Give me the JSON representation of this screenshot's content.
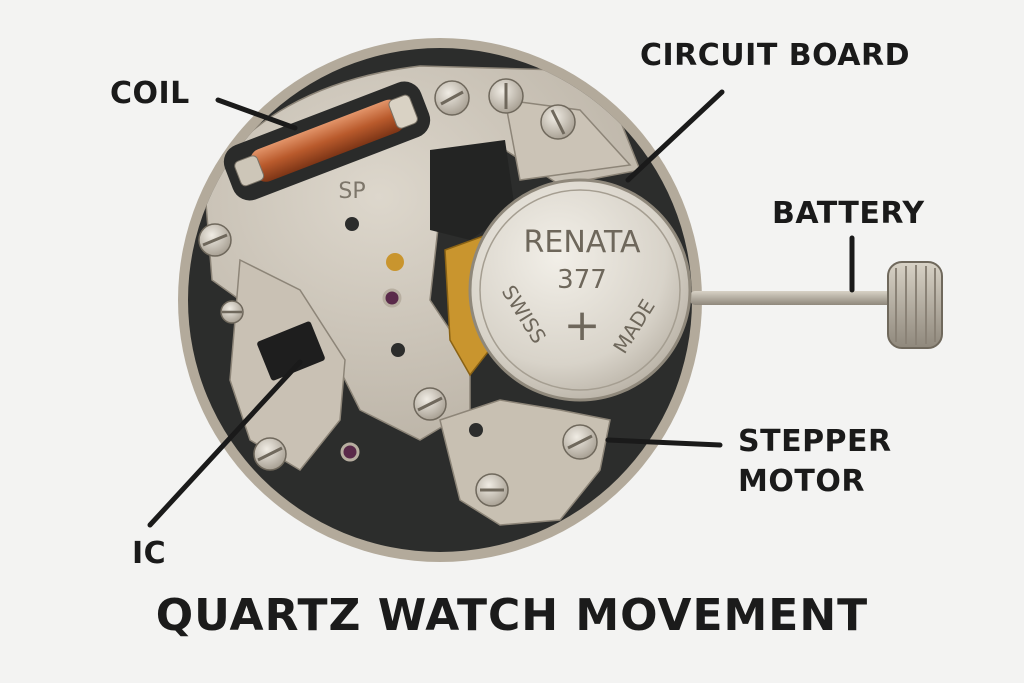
{
  "title": "QUARTZ WATCH MOVEMENT",
  "labels": {
    "coil": "COIL",
    "circuit_board": "CIRCUIT BOARD",
    "battery": "BATTERY",
    "stepper_line1": "STEPPER",
    "stepper_line2": "MOTOR",
    "ic": "IC"
  },
  "engravings": {
    "plate_mark": "SP",
    "battery_brand": "RENATA",
    "battery_model": "377",
    "battery_swiss": "SWISS",
    "battery_made": "MADE",
    "battery_plus": "+"
  },
  "colors": {
    "background": "#f3f3f2",
    "plate": "#cfc8bc",
    "dark_base": "#2c2d2c",
    "brass": "#c9952e",
    "copper": "#c06a38",
    "text": "#1a1a1a"
  }
}
